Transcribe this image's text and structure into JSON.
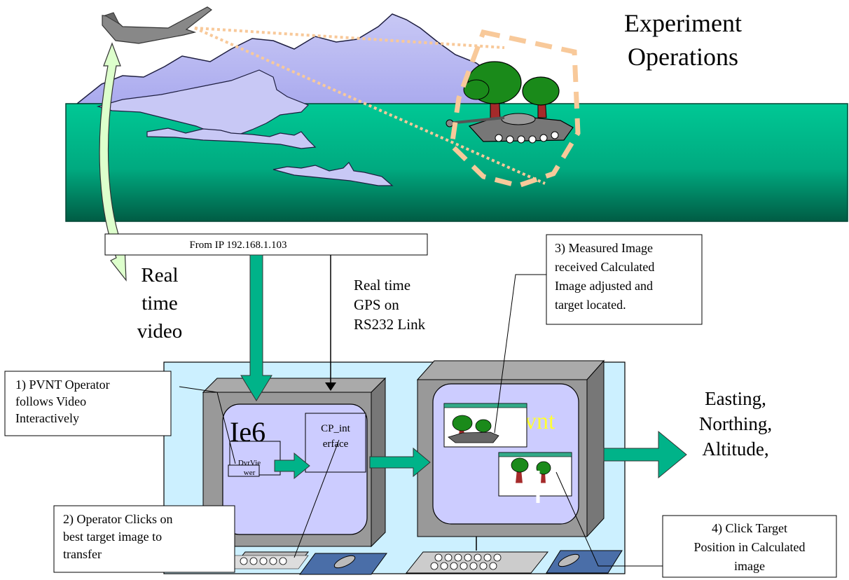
{
  "title": {
    "line1": "Experiment",
    "line2": "Operations"
  },
  "video_label": {
    "line1": "Real",
    "line2": "time",
    "line3": "video"
  },
  "ip_label": "From IP 192.168.1.103",
  "gps_label": {
    "line1": "Real time",
    "line2": "GPS on",
    "line3": "RS232 Link"
  },
  "step1": {
    "line1": "1) PVNT Operator",
    "line2": "follows Video",
    "line3": "Interactively"
  },
  "step2": {
    "line1": "2) Operator Clicks on",
    "line2": "best target image to",
    "line3": "transfer"
  },
  "step3": {
    "line1": "3) Measured Image",
    "line2": "received Calculated",
    "line3": "Image adjusted and",
    "line4": "target located."
  },
  "step4": {
    "line1": "4) Click Target",
    "line2": "Position in Calculated",
    "line3": "image"
  },
  "left_monitor": {
    "browser": "Ie6",
    "viewer_line1": "DvrVie",
    "viewer_line2": "wer",
    "cp_line1": "CP_int",
    "cp_line2": "erface"
  },
  "right_monitor": {
    "app": "pvnt"
  },
  "output": {
    "line1": "Easting,",
    "line2": "Northing,",
    "line3": "Altitude,"
  },
  "colors": {
    "ground": "#00b389",
    "mountain": "#c8c8f5",
    "screen": "#ccccff",
    "panel": "#ccf0ff",
    "arrow_green": "#00b389",
    "video_arrow": "#ddffcc",
    "sight_line": "#f8c99a",
    "pvnt_text": "#ffff33"
  }
}
